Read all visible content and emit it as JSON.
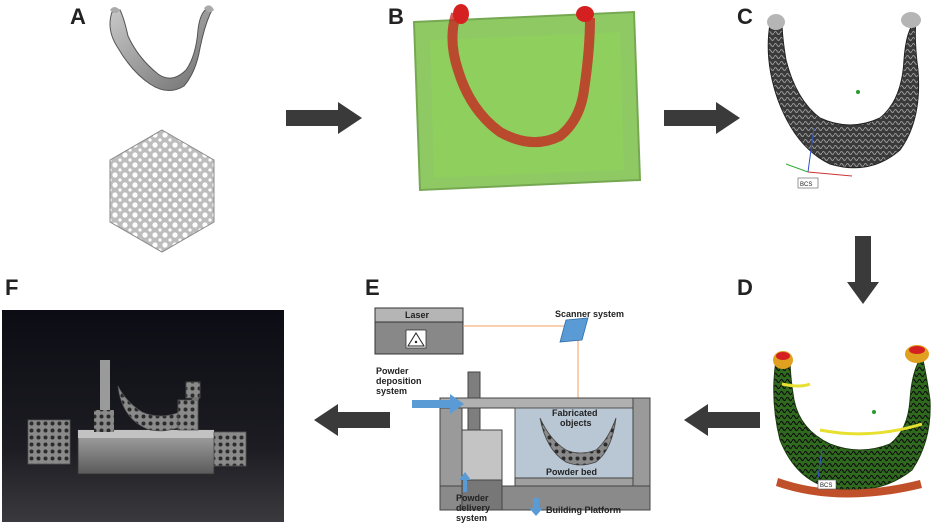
{
  "panels": {
    "a": {
      "label": "A"
    },
    "b": {
      "label": "B"
    },
    "c": {
      "label": "C"
    },
    "d": {
      "label": "D"
    },
    "e": {
      "label": "E"
    },
    "f": {
      "label": "F"
    }
  },
  "panel_c": {
    "axis_label": "BCS"
  },
  "panel_d": {
    "axis_label": "BCS"
  },
  "panel_e": {
    "laser": "Laser",
    "scanner": "Scanner system",
    "powder_deposition_line1": "Powder",
    "powder_deposition_line2": "deposition",
    "powder_deposition_line3": "system",
    "fabricated_line1": "Fabricated",
    "fabricated_line2": "objects",
    "powder_bed": "Powder bed",
    "powder_delivery_line1": "Powder",
    "powder_delivery_line2": "delivery",
    "powder_delivery_line3": "system",
    "building_platform": "Building Platform"
  },
  "colors": {
    "arrow": "#3a3a3a",
    "green": "#7cc04a",
    "red": "#d42020",
    "blue_arrow": "#5b9bd5",
    "laser_line": "#f0a060"
  }
}
